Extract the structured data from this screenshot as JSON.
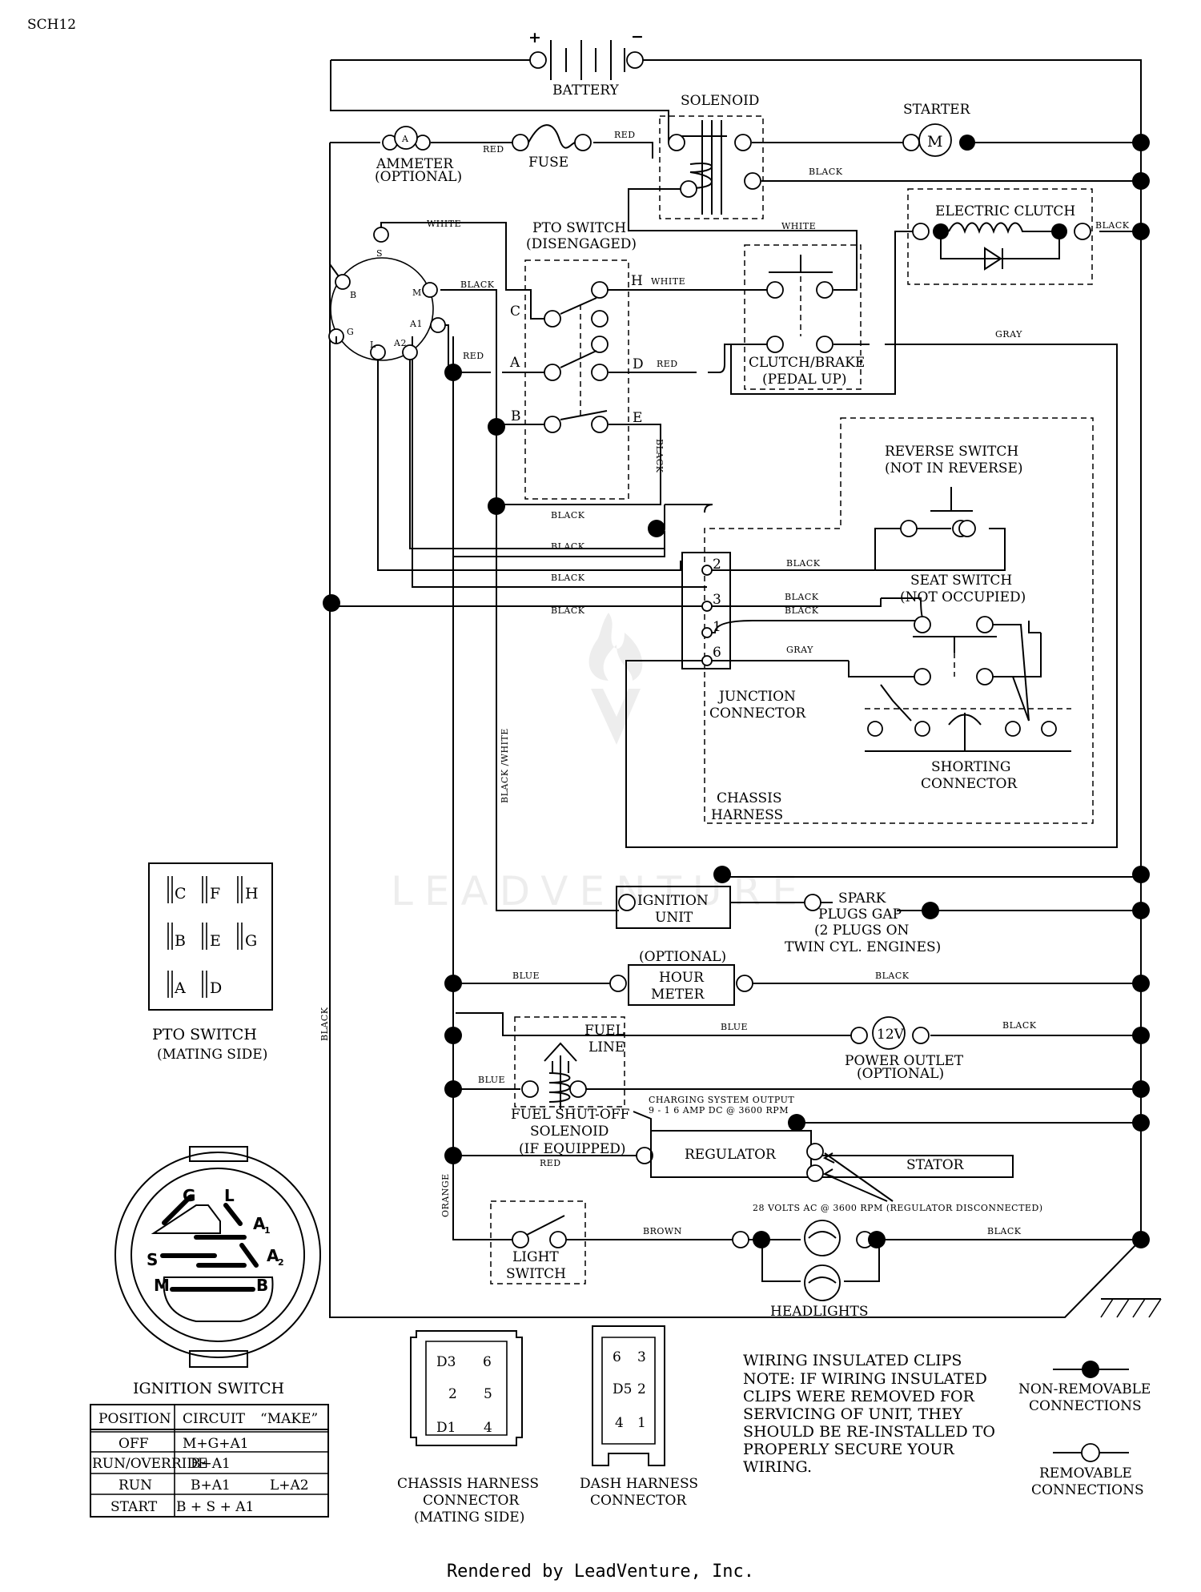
{
  "page_code": "SCH12",
  "footer": "Rendered by LeadVenture, Inc.",
  "watermark": "LEADVENTURE",
  "components": {
    "battery": "BATTERY",
    "battery_pos": "+",
    "battery_neg": "−",
    "solenoid": "SOLENOID",
    "starter": "STARTER",
    "starter_symbol": "M",
    "ammeter_1": "AMMETER",
    "ammeter_2": "(OPTIONAL)",
    "ammeter_symbol": "A",
    "fuse": "FUSE",
    "electric_clutch": "ELECTRIC CLUTCH",
    "pto_switch_1": "PTO SWITCH",
    "pto_switch_2": "(DISENGAGED)",
    "clutch_brake_1": "CLUTCH/BRAKE",
    "clutch_brake_2": "(PEDAL UP)",
    "reverse_switch_1": "REVERSE SWITCH",
    "reverse_switch_2": "(NOT IN REVERSE)",
    "seat_switch_1": "SEAT SWITCH",
    "seat_switch_2": "(NOT OCCUPIED)",
    "junction_1": "JUNCTION",
    "junction_2": "CONNECTOR",
    "shorting_1": "SHORTING",
    "shorting_2": "CONNECTOR",
    "chassis_1": "CHASSIS",
    "chassis_2": "HARNESS",
    "ignition_unit_1": "IGNITION",
    "ignition_unit_2": "UNIT",
    "spark_1": "SPARK",
    "spark_2": "PLUGS GAP",
    "spark_3": "(2 PLUGS ON",
    "spark_4": "TWIN CYL. ENGINES)",
    "hour_meter_opt": "(OPTIONAL)",
    "hour_meter_1": "HOUR",
    "hour_meter_2": "METER",
    "fuel_line_1": "FUEL",
    "fuel_line_2": "LINE",
    "power_outlet_symbol": "12V",
    "power_outlet_1": "POWER OUTLET",
    "power_outlet_2": "(OPTIONAL)",
    "fuel_solenoid_1": "FUEL SHUT-OFF",
    "fuel_solenoid_2": "SOLENOID",
    "fuel_solenoid_3": "(IF EQUIPPED)",
    "charging_1": "CHARGING SYSTEM OUTPUT",
    "charging_2": "9 - 1 6 AMP DC @ 3600 RPM",
    "regulator": "REGULATOR",
    "stator": "STATOR",
    "ac_note": "28 VOLTS AC @ 3600 RPM (REGULATOR DISCONNECTED)",
    "light_switch_1": "LIGHT",
    "light_switch_2": "SWITCH",
    "headlights": "HEADLIGHTS"
  },
  "wire_labels": {
    "red": "RED",
    "black": "BLACK",
    "white": "WHITE",
    "gray": "GRAY",
    "blue": "BLUE",
    "brown": "BROWN",
    "orange": "ORANGE",
    "black_white": "BLACK /WHITE"
  },
  "terminals": {
    "ign_s": "S",
    "ign_b": "B",
    "ign_m": "M",
    "ign_a1": "A1",
    "ign_g": "G",
    "ign_l": "L",
    "ign_a2": "A2",
    "pto_c": "C",
    "pto_h": "H",
    "pto_a": "A",
    "pto_d": "D",
    "pto_b": "B",
    "pto_e": "E",
    "jc_2": "2",
    "jc_3": "3",
    "jc_1": "1",
    "jc_6": "6"
  },
  "pto_mating": {
    "letters": [
      "C",
      "F",
      "H",
      "B",
      "E",
      "G",
      "A",
      "D"
    ],
    "title": "PTO SWITCH",
    "subtitle": "(MATING SIDE)"
  },
  "ignition_switch": {
    "title": "IGNITION SWITCH",
    "letters": {
      "g": "G",
      "l": "L",
      "a1": "A",
      "a1_sub": "1",
      "s": "S",
      "a2": "A",
      "a2_sub": "2",
      "m": "M",
      "b": "B"
    },
    "table": {
      "headers": [
        "POSITION",
        "CIRCUIT",
        "“MAKE”"
      ],
      "rows": [
        [
          "OFF",
          "M+G+A1",
          ""
        ],
        [
          "RUN/OVERRIDE",
          "B+A1",
          ""
        ],
        [
          "RUN",
          "B+A1",
          "L+A2"
        ],
        [
          "START",
          "B + S + A1",
          ""
        ]
      ]
    }
  },
  "chassis_connector": {
    "pins": [
      "D3",
      "6",
      "2",
      "5",
      "D1",
      "4"
    ],
    "title_1": "CHASSIS HARNESS",
    "title_2": "CONNECTOR",
    "title_3": "(MATING SIDE)"
  },
  "dash_connector": {
    "pins": [
      "6",
      "3",
      "D5",
      "2",
      "4",
      "1"
    ],
    "title_1": "DASH HARNESS",
    "title_2": "CONNECTOR"
  },
  "note": {
    "lines": [
      "WIRING INSULATED CLIPS",
      "NOTE: IF WIRING INSULATED",
      "CLIPS WERE REMOVED FOR",
      "SERVICING OF UNIT, THEY",
      "SHOULD BE RE-INSTALLED TO",
      "PROPERLY SECURE YOUR",
      "WIRING."
    ]
  },
  "legend": {
    "non_removable_1": "NON-REMOVABLE",
    "non_removable_2": "CONNECTIONS",
    "removable_1": "REMOVABLE",
    "removable_2": "CONNECTIONS"
  }
}
